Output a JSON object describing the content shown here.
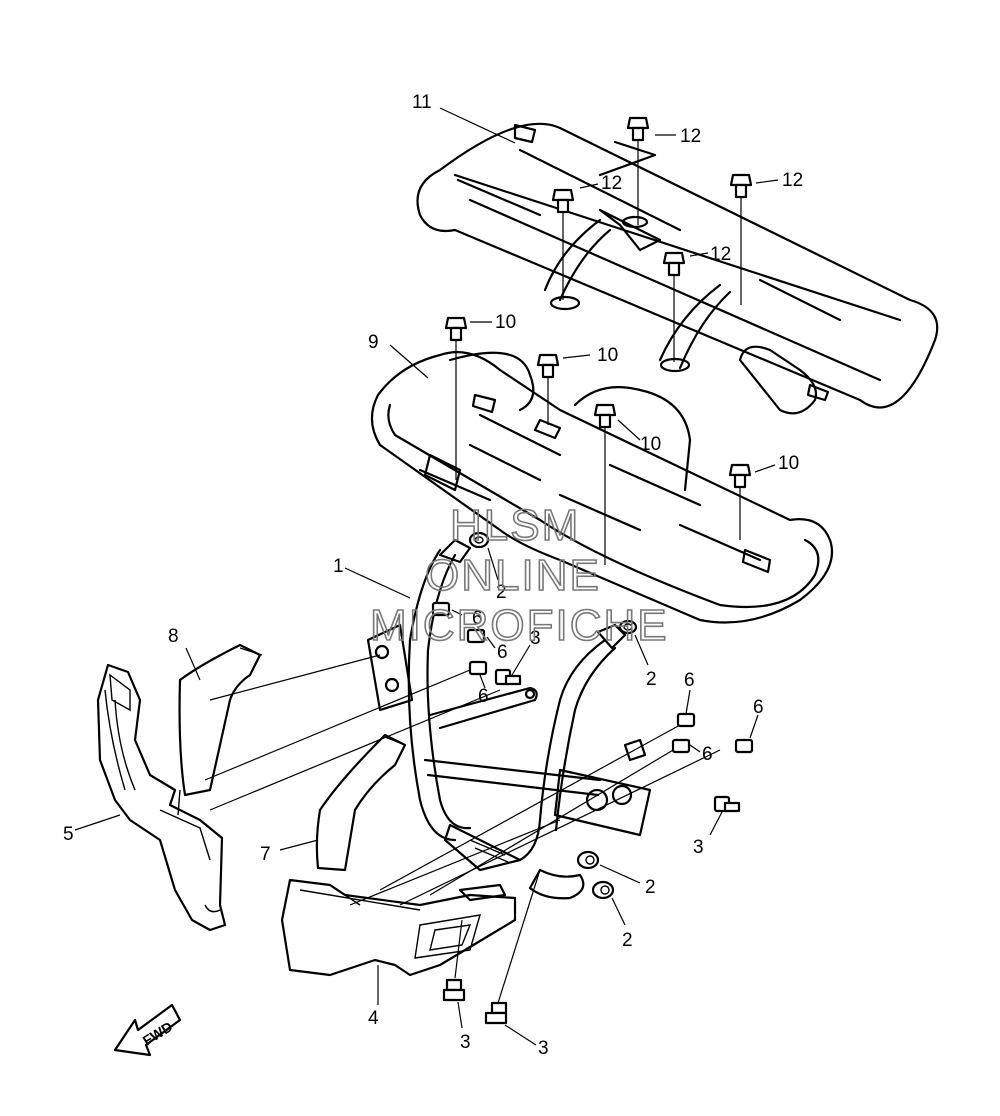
{
  "callouts": {
    "c1": "1",
    "c2a": "2",
    "c2b": "2",
    "c2c": "2",
    "c2d": "2",
    "c3a": "3",
    "c3b": "3",
    "c3c": "3",
    "c3d": "3",
    "c4": "4",
    "c5": "5",
    "c6a": "6",
    "c6b": "6",
    "c6c": "6",
    "c6d": "6",
    "c6e": "6",
    "c6f": "6",
    "c7": "7",
    "c8": "8",
    "c9": "9",
    "c10a": "10",
    "c10b": "10",
    "c10c": "10",
    "c10d": "10",
    "c11": "11",
    "c12a": "12",
    "c12b": "12",
    "c12c": "12",
    "c12d": "12"
  },
  "watermark": {
    "line1": "HLSM",
    "line2": "ONLINE",
    "line3": "MICROFICHE"
  },
  "fwd_label": "FWD"
}
